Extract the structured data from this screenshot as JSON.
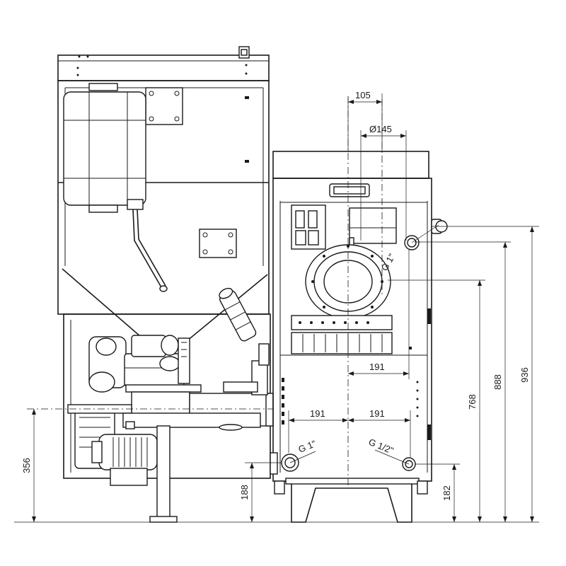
{
  "dimensions": {
    "offset_top": "105",
    "flue_diameter": "Ø145",
    "flange_offset": "191",
    "left_connection_offset": "191",
    "right_connection_offset": "191",
    "height_upper_connection": "888",
    "height_total": "936",
    "height_flue_axis": "768",
    "height_feeder": "356",
    "height_lower_left_connection": "188",
    "height_lower_right_connection": "182"
  },
  "labels": {
    "thread_upper": "G 1\"",
    "thread_lower_left": "G 1\"",
    "thread_lower_right": "G 1/2\""
  }
}
